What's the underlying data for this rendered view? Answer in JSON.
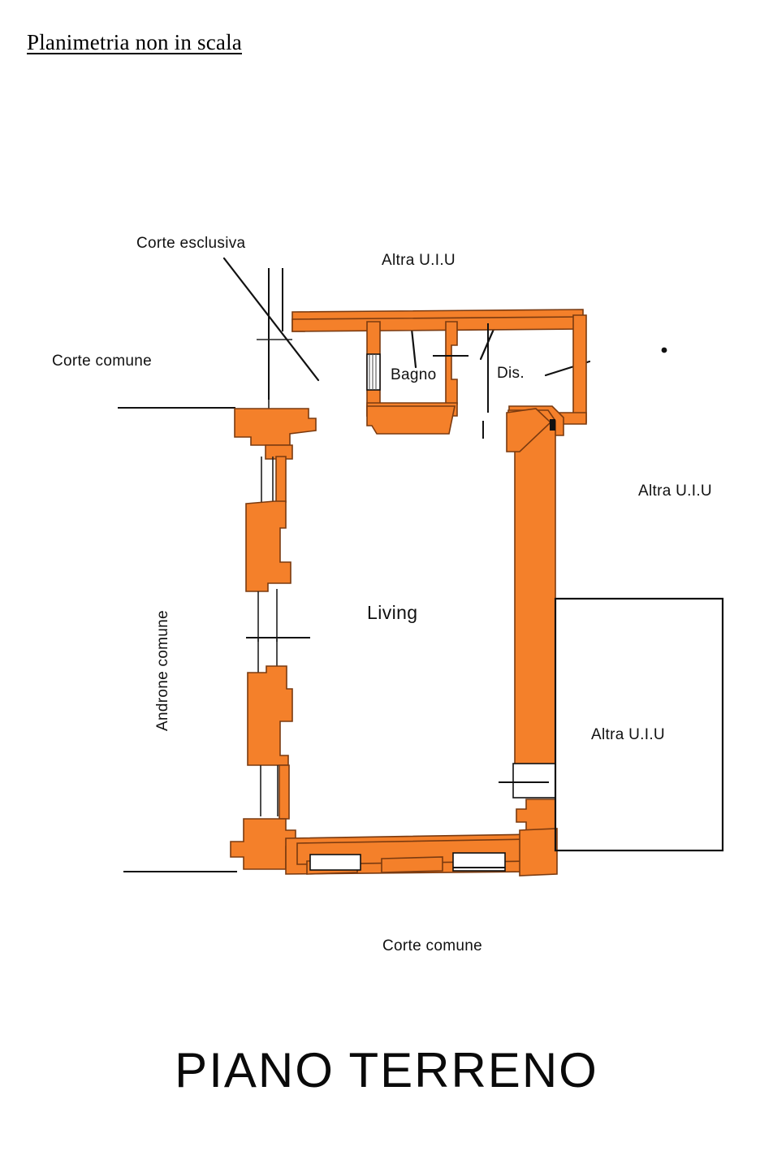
{
  "document": {
    "title": "Planimetria non in scala",
    "floor_title": "PIANO TERRENO"
  },
  "colors": {
    "wall_fill": "#f4802a",
    "wall_stroke": "#7a3a10",
    "line": "#111111",
    "background": "#ffffff"
  },
  "plan": {
    "rooms": [
      {
        "id": "living",
        "label": "Living"
      },
      {
        "id": "bagno",
        "label": "Bagno"
      },
      {
        "id": "disimpegno",
        "label": "Dis."
      }
    ],
    "annotations": [
      {
        "id": "corte-esclusiva",
        "label": "Corte esclusiva"
      },
      {
        "id": "corte-comune-left",
        "label": "Corte comune"
      },
      {
        "id": "corte-comune-bottom",
        "label": "Corte comune"
      },
      {
        "id": "androne-comune",
        "label": "Androne comune"
      },
      {
        "id": "altra-uiu-top",
        "label": "Altra U.I.U"
      },
      {
        "id": "altra-uiu-right-upper",
        "label": "Altra U.I.U"
      },
      {
        "id": "altra-uiu-right-lower",
        "label": "Altra U.I.U"
      }
    ]
  }
}
